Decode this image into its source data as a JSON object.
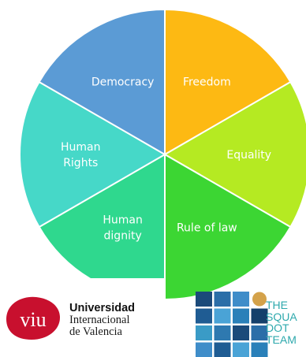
{
  "diagram": {
    "segments": [
      {
        "id": "freedom",
        "lines": [
          "Freedom"
        ],
        "color": "#FDB913"
      },
      {
        "id": "equality",
        "lines": [
          "Equality"
        ],
        "color": "#B5EA22"
      },
      {
        "id": "rule-of-law",
        "lines": [
          "Rule of law"
        ],
        "color": "#3CD633"
      },
      {
        "id": "human-dignity",
        "lines": [
          "Human",
          "dignity"
        ],
        "color": "#2FD88E"
      },
      {
        "id": "human-rights",
        "lines": [
          "Human",
          "Rights"
        ],
        "color": "#46D8C8"
      },
      {
        "id": "democracy",
        "lines": [
          "Democracy"
        ],
        "color": "#5B9BD5"
      }
    ]
  },
  "logos": {
    "viu": {
      "mark": "viu",
      "line1": "Universidad",
      "line2": "Internacional",
      "line3": "de Valencia",
      "color": "#C8102E"
    },
    "squad": {
      "line1": "THE",
      "line2": "SQUA",
      "line3": "DOT",
      "line4": "TEAM"
    }
  }
}
